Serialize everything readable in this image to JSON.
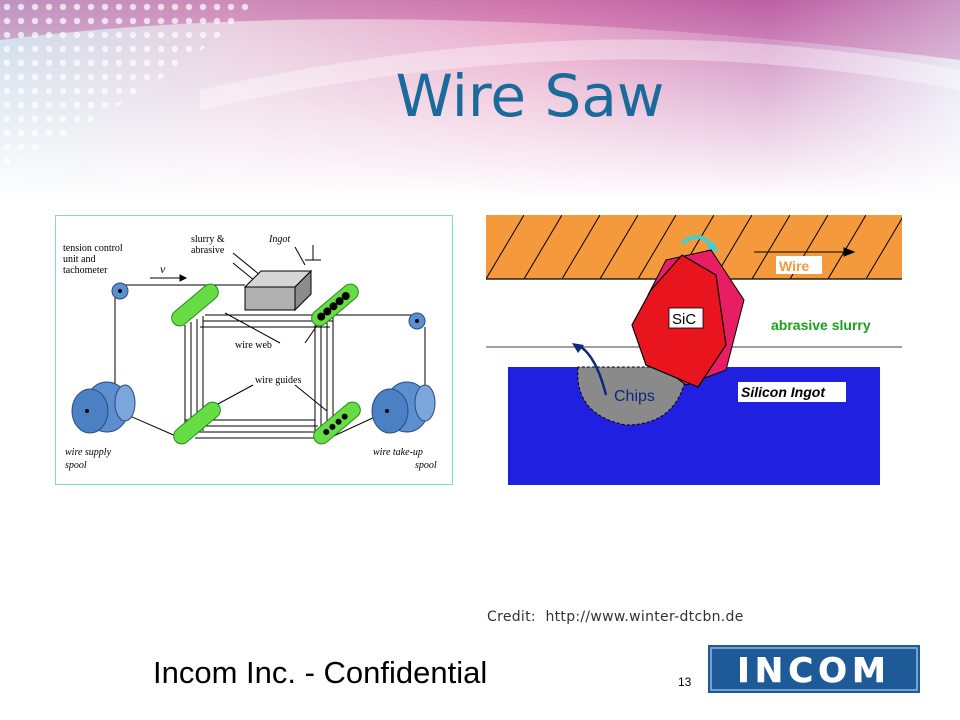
{
  "slide": {
    "title": "Wire Saw",
    "page_number": "13",
    "footer": "Incom Inc. - Confidential",
    "credit_label": "Credit:",
    "credit_url": "http://www.winter-dtcbn.de",
    "logo_text": "INCOM"
  },
  "left_figure": {
    "labels": {
      "tension1": "tension control",
      "tension2": "unit and",
      "tension3": "tachometer",
      "velocity": "v",
      "slurry1": "slurry &",
      "slurry2": "abrasive",
      "ingot": "Ingot",
      "wire_web": "wire web",
      "wire_guides": "wire guides",
      "supply1": "wire supply",
      "supply2": "spool",
      "takeup1": "wire take-up",
      "takeup2": "spool"
    }
  },
  "right_figure": {
    "labels": {
      "wire": "Wire",
      "sic": "SiC",
      "abrasive_slurry": "abrasive slurry",
      "chips": "Chips",
      "silicon_ingot": "Silicon Ingot"
    }
  },
  "colors": {
    "title": "#1a6a9c",
    "wire_band": "#f59a3c",
    "ingot_blue": "#2020e0",
    "sic_red": "#e8141e",
    "slurry_green": "#1aa01a",
    "logo_blue": "#1e5a98",
    "guide_green": "#66dd44",
    "spool_blue": "#5b8fd0"
  }
}
